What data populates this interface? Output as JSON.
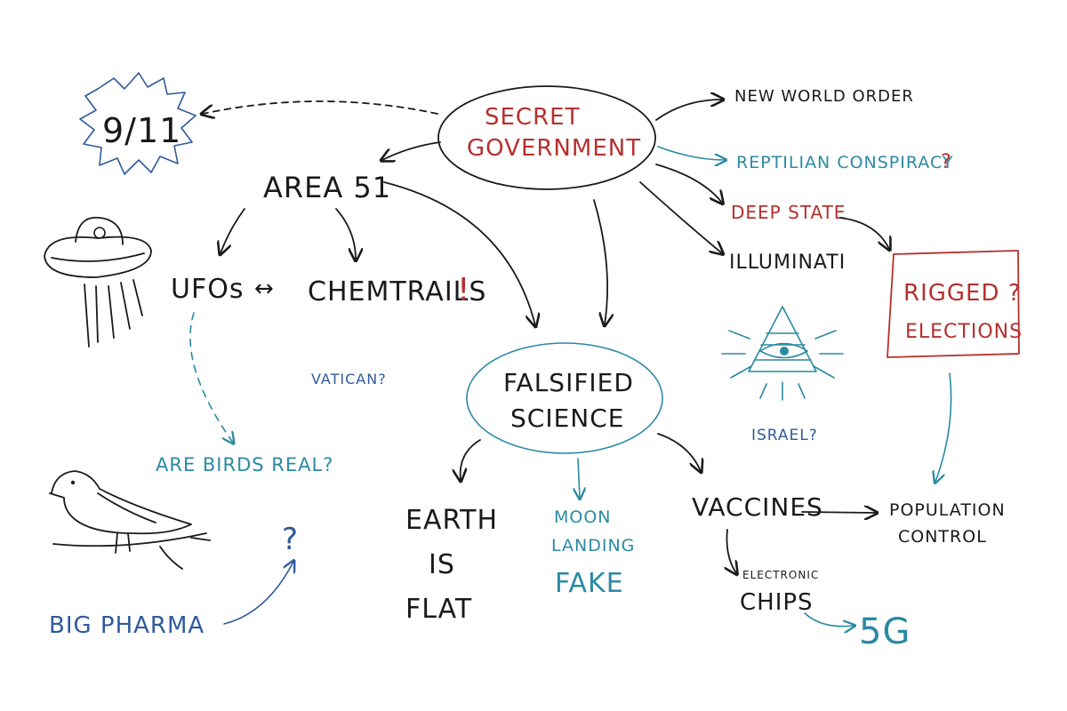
{
  "nodes": {
    "nine_eleven": "9/11",
    "secret_government_1": "SECRET",
    "secret_government_2": "GOVERNMENT",
    "new_world_order": "NEW WORLD ORDER",
    "reptilian": "REPTILIAN CONSPIRACY",
    "reptilian_q": "?",
    "deep_state": "DEEP STATE",
    "illuminati": "ILLUMINATI",
    "area51": "AREA 51",
    "ufos": "UFOs",
    "ufos_arrow": "↔",
    "chemtrails": "CHEMTRAILS",
    "chemtrails_bang": "!",
    "vatican": "VATICAN?",
    "rigged": "RIGGED ?",
    "elections": "ELECTIONS",
    "israel": "ISRAEL?",
    "falsified_1": "FALSIFIED",
    "falsified_2": "SCIENCE",
    "are_birds_real": "ARE BIRDS REAL?",
    "earth": "EARTH",
    "is": "IS",
    "flat": "FLAT",
    "moon": "MOON",
    "landing": "LANDING",
    "fake": "FAKE",
    "vaccines": "VACCINES",
    "population": "POPULATION",
    "control": "CONTROL",
    "electronic": "ELECTRONIC",
    "chips": "CHIPS",
    "five_g": "5G",
    "big_pharma": "BIG PHARMA",
    "question_mark": "?"
  },
  "colors": {
    "black": "#1a1a1a",
    "red": "#b5302f",
    "teal": "#2a8aa3",
    "blue": "#2f5a9a"
  },
  "icons": [
    "ufo-icon",
    "eye-pyramid-icon",
    "bird-icon",
    "starburst-icon"
  ]
}
